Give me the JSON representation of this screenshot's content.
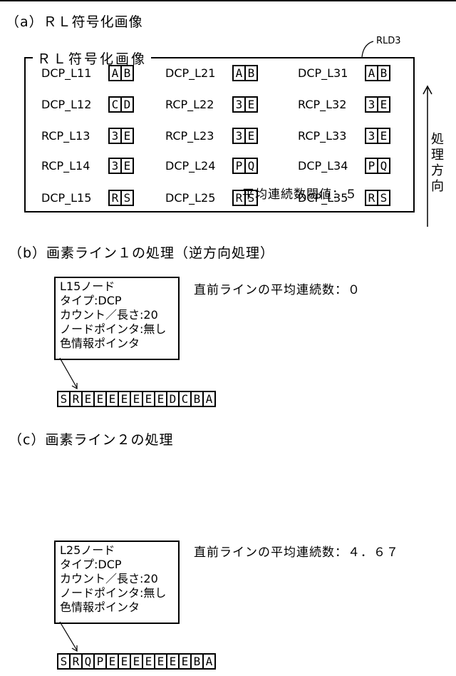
{
  "section_a": {
    "heading": "（a）ＲＬ符号化画像",
    "frame_title": "ＲＬ符号化画像",
    "frame_ref": "RLD3",
    "grid": [
      [
        {
          "label": "DCP_L11",
          "cells": [
            "A",
            "B"
          ]
        },
        {
          "label": "DCP_L21",
          "cells": [
            "A",
            "B"
          ]
        },
        {
          "label": "DCP_L31",
          "cells": [
            "A",
            "B"
          ]
        }
      ],
      [
        {
          "label": "DCP_L12",
          "cells": [
            "C",
            "D"
          ]
        },
        {
          "label": "RCP_L22",
          "cells": [
            "3",
            "E"
          ]
        },
        {
          "label": "RCP_L32",
          "cells": [
            "3",
            "E"
          ]
        }
      ],
      [
        {
          "label": "RCP_L13",
          "cells": [
            "3",
            "E"
          ]
        },
        {
          "label": "RCP_L23",
          "cells": [
            "3",
            "E"
          ]
        },
        {
          "label": "RCP_L33",
          "cells": [
            "3",
            "E"
          ]
        }
      ],
      [
        {
          "label": "RCP_L14",
          "cells": [
            "3",
            "E"
          ]
        },
        {
          "label": "DCP_L24",
          "cells": [
            "P",
            "Q"
          ]
        },
        {
          "label": "DCP_L34",
          "cells": [
            "P",
            "Q"
          ]
        }
      ],
      [
        {
          "label": "DCP_L15",
          "cells": [
            "R",
            "S"
          ]
        },
        {
          "label": "DCP_L25",
          "cells": [
            "R",
            "S"
          ]
        },
        {
          "label": "DCP_L35",
          "cells": [
            "R",
            "S"
          ]
        }
      ]
    ],
    "threshold_text": "平均連続数閾値：５",
    "direction_label": [
      "処",
      "理",
      "方",
      "向"
    ]
  },
  "section_b": {
    "heading": "（b）画素ライン１の処理（逆方向処理）",
    "node_lines": [
      "L15ノード",
      "タイプ:DCP",
      "カウント／長さ:20",
      "ノードポインタ:無し",
      "色情報ポインタ"
    ],
    "avg_text": "直前ラインの平均連続数：０",
    "sequence": [
      "S",
      "R",
      "E",
      "E",
      "E",
      "E",
      "E",
      "E",
      "E",
      "D",
      "C",
      "B",
      "A"
    ]
  },
  "section_c": {
    "heading": "（c）画素ライン２の処理",
    "node_lines": [
      "L25ノード",
      "タイプ:DCP",
      "カウント／長さ:20",
      "ノードポインタ:無し",
      "色情報ポインタ"
    ],
    "avg_text": "直前ラインの平均連続数：４．６７",
    "sequence": [
      "S",
      "R",
      "Q",
      "P",
      "E",
      "E",
      "E",
      "E",
      "E",
      "E",
      "E",
      "B",
      "A"
    ]
  }
}
